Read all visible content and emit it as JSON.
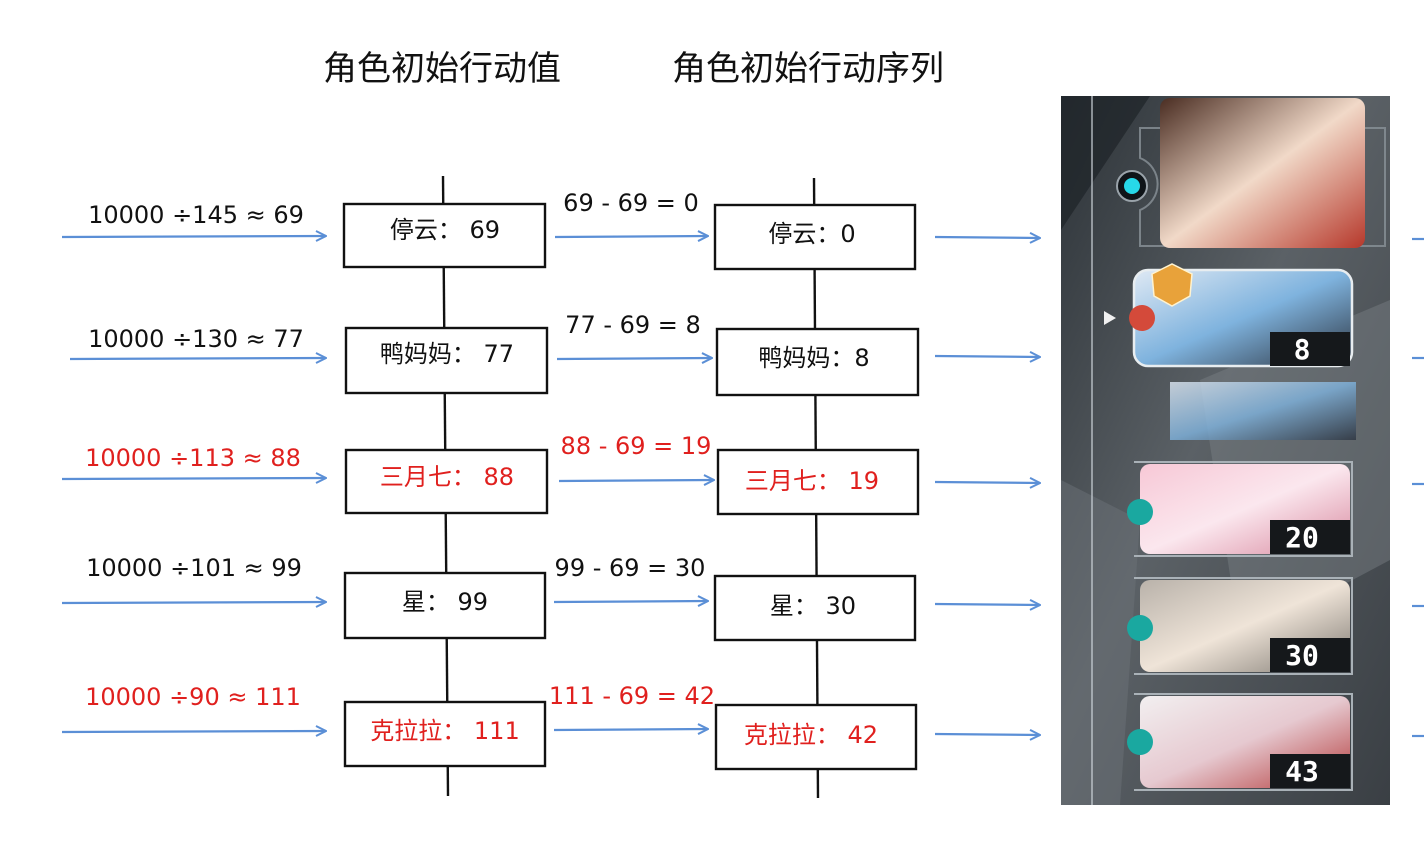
{
  "titles": {
    "left": "角色初始行动值",
    "right": "角色初始行动序列"
  },
  "rows": [
    {
      "formula": "10000 ÷145 ≈ 69",
      "value_label": "停云： 69",
      "diff": "69 - 69 = 0",
      "seq_label": "停云：0",
      "highlight": false
    },
    {
      "formula": "10000 ÷130 ≈ 77",
      "value_label": "鸭妈妈： 77",
      "diff": "77 - 69 = 8",
      "seq_label": "鸭妈妈：8",
      "highlight": false
    },
    {
      "formula": "10000 ÷113  ≈ 88",
      "value_label": "三月七： 88",
      "diff": "88 - 69 = 19",
      "seq_label": "三月七： 19",
      "highlight": true
    },
    {
      "formula": "10000 ÷101 ≈ 99",
      "value_label": "星： 99",
      "diff": "99 - 69 = 30",
      "seq_label": "星： 30",
      "highlight": false
    },
    {
      "formula": "10000 ÷90 ≈ 111",
      "value_label": "克拉拉： 111",
      "diff": "111 - 69 = 42",
      "seq_label": "克拉拉： 42",
      "highlight": true
    }
  ],
  "screenshot": {
    "badges": [
      "8",
      "20",
      "30",
      "43"
    ]
  },
  "colors": {
    "arrow": "#5b8fd6",
    "highlight": "#e0201e",
    "normal": "#111111"
  }
}
